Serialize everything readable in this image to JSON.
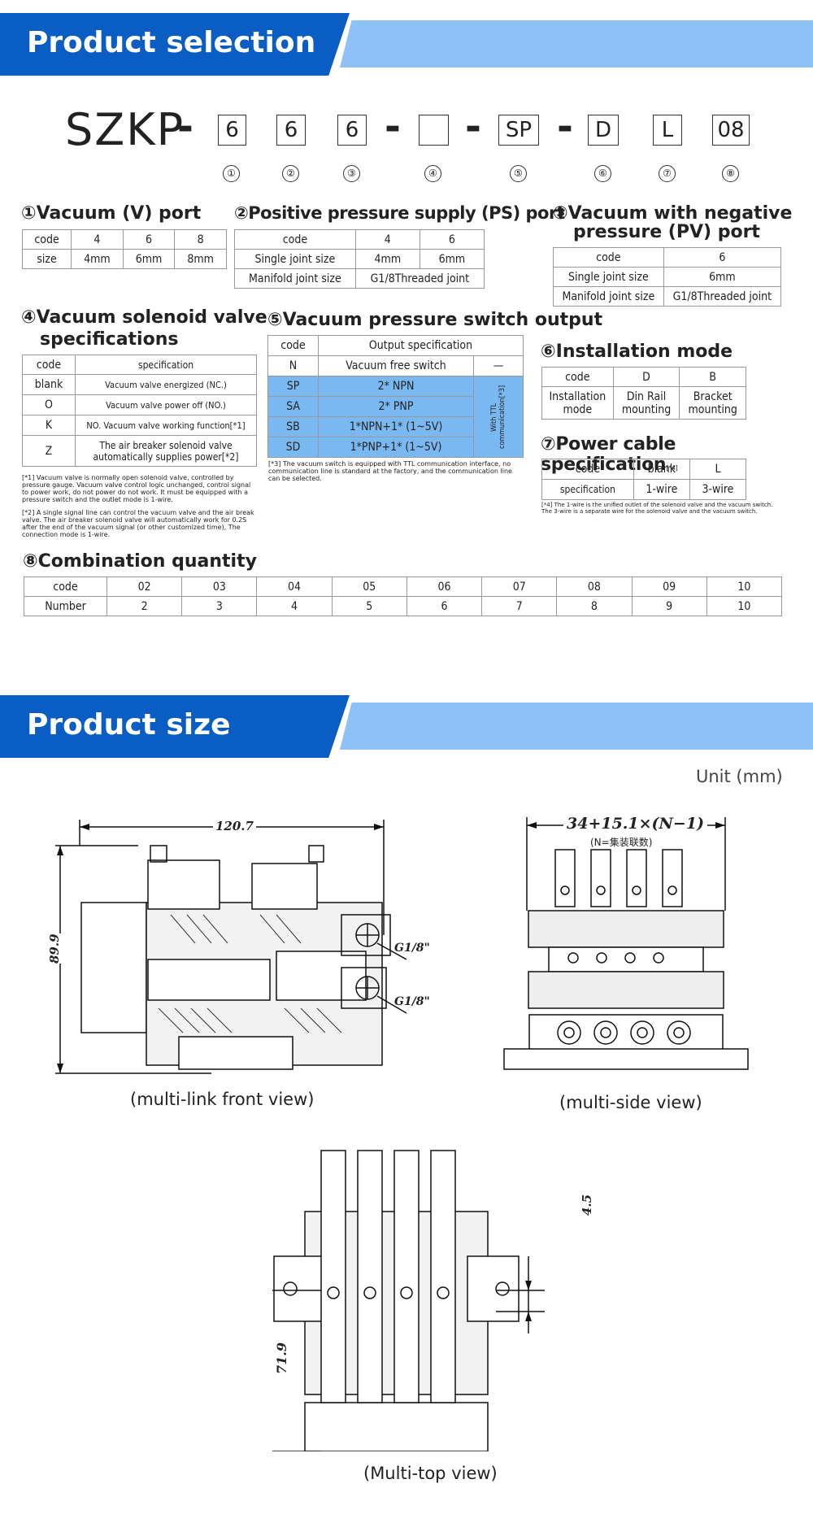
{
  "sections": {
    "selection_title": "Product selection",
    "size_title": "Product size"
  },
  "code": {
    "prefix": "SZKP",
    "dash": "-",
    "boxes": [
      "6",
      "6",
      "6",
      "",
      "SP",
      "D",
      "L",
      "08"
    ],
    "markers": [
      "①",
      "②",
      "③",
      "④",
      "⑤",
      "⑥",
      "⑦",
      "⑧"
    ]
  },
  "vacuum_port": {
    "heading": "①Vacuum (V) port",
    "rows": [
      [
        "code",
        "4",
        "6",
        "8"
      ],
      [
        "size",
        "4mm",
        "6mm",
        "8mm"
      ]
    ]
  },
  "ps_port": {
    "heading": "②Positive pressure supply (PS) port",
    "rows": [
      [
        "code",
        "4",
        "6"
      ],
      [
        "Single joint size",
        "4mm",
        "6mm"
      ],
      [
        "Manifold joint size",
        "G1/8Threaded joint"
      ]
    ]
  },
  "pv_port": {
    "heading_line1": "③Vacuum with negative",
    "heading_line2": "pressure (PV) port",
    "rows": [
      [
        "code",
        "6"
      ],
      [
        "Single joint size",
        "6mm"
      ],
      [
        "Manifold joint size",
        "G1/8Threaded joint"
      ]
    ]
  },
  "solenoid": {
    "heading_line1": "④Vacuum solenoid valve",
    "heading_line2": "specifications",
    "header": [
      "code",
      "specification"
    ],
    "rows": [
      [
        "blank",
        "Vacuum valve energized (NC.)"
      ],
      [
        "O",
        "Vacuum valve power off (NO.)"
      ],
      [
        "K",
        "NO. Vacuum valve working function[*1]"
      ],
      [
        "Z",
        "The air breaker solenoid valve automatically supplies power[*2]"
      ]
    ],
    "note1": "[*1] Vacuum valve is normally open solenoid valve, controlled by pressure gauge. Vacuum valve control logic unchanged, control signal to power work, do not power do not work. It must be equipped with a pressure switch and the outlet mode is 1-wire.",
    "note2": "[*2] A single signal line can control the vacuum valve and the air break valve. The air breaker solenoid valve will automatically work for 0.2S after the end of the vacuum signal (or other customized time), The connection mode is 1-wire."
  },
  "switch": {
    "heading": "⑤Vacuum pressure switch output",
    "header": [
      "code",
      "Output specification"
    ],
    "rows": [
      [
        "N",
        "Vacuum free switch",
        "—"
      ],
      [
        "SP",
        "2* NPN"
      ],
      [
        "SA",
        "2* PNP"
      ],
      [
        "SB",
        "1*NPN+1* (1~5V)"
      ],
      [
        "SD",
        "1*PNP+1* (1~5V)"
      ]
    ],
    "ttl_label": "With TTL communication[*3]",
    "note3": "[*3] The vacuum switch is equipped with TTL communication interface, no communication line is standard at the factory, and the communication line can be selected."
  },
  "install": {
    "heading": "⑥Installation mode",
    "rows": [
      [
        "code",
        "D",
        "B"
      ],
      [
        "Installation mode",
        "Din Rail mounting",
        "Bracket mounting"
      ]
    ]
  },
  "cable": {
    "heading": "⑦Power cable specification",
    "heading_mark": "[*4]",
    "rows": [
      [
        "code",
        "blank",
        "L"
      ],
      [
        "specification",
        "1-wire",
        "3-wire"
      ]
    ],
    "note4": "[*4] The 1-wire is the unified outlet of the solenoid valve and the vacuum switch. The 3-wire is a separate wire for the solenoid valve and the vacuum switch."
  },
  "combo": {
    "heading": "⑧Combination quantity",
    "codes": [
      "code",
      "02",
      "03",
      "04",
      "05",
      "06",
      "07",
      "08",
      "09",
      "10"
    ],
    "numbers": [
      "Number",
      "2",
      "3",
      "4",
      "5",
      "6",
      "7",
      "8",
      "9",
      "10"
    ]
  },
  "size": {
    "unit": "Unit (mm)",
    "front": {
      "width": "120.7",
      "height": "89.9",
      "thread1": "G1/8\"",
      "thread2": "G1/8\"",
      "caption": "(multi-link front view)"
    },
    "side": {
      "formula": "34+15.1×(N−1)",
      "note": "(N=集装联数)",
      "caption": "(multi-side view)"
    },
    "top": {
      "dim_small": "4.5",
      "dim_height": "71.9",
      "caption": "(Multi-top view)"
    }
  }
}
